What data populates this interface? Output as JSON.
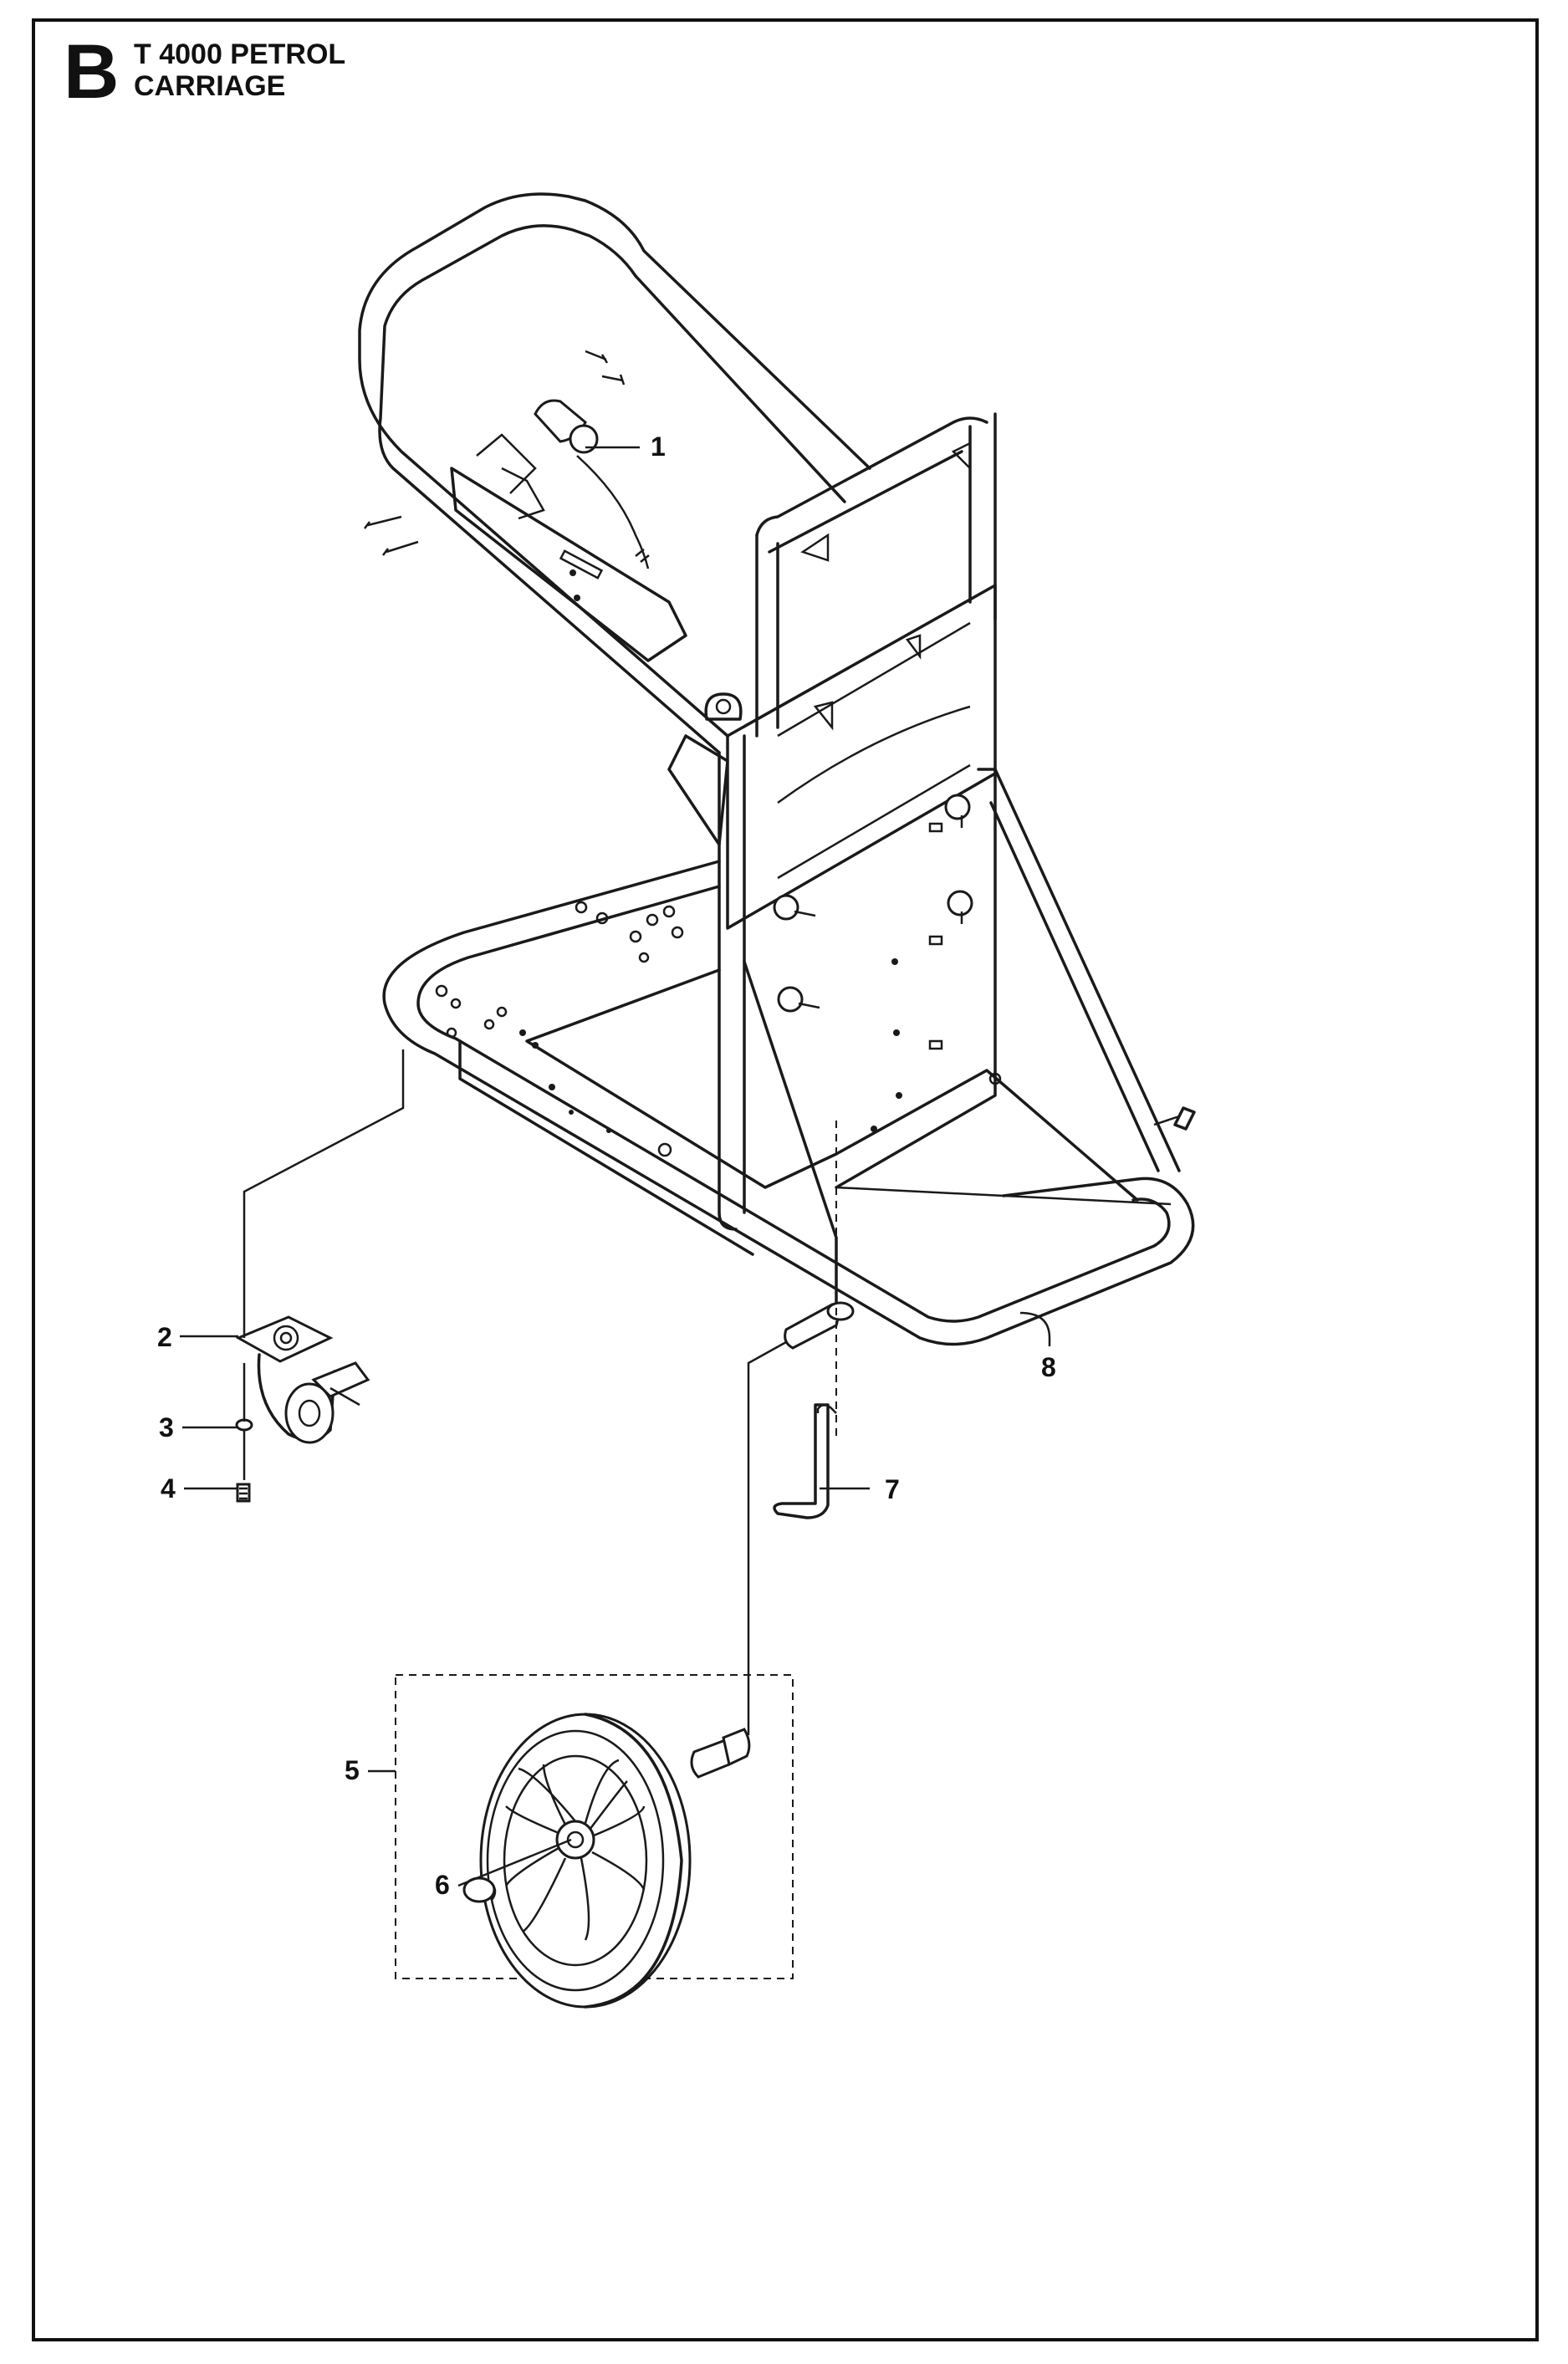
{
  "header": {
    "section_letter": "B",
    "model": "T 4000 PETROL",
    "assembly": "CARRIAGE"
  },
  "callouts": [
    {
      "id": "1",
      "label": "1"
    },
    {
      "id": "2",
      "label": "2"
    },
    {
      "id": "3",
      "label": "3"
    },
    {
      "id": "4",
      "label": "4"
    },
    {
      "id": "5",
      "label": "5"
    },
    {
      "id": "6",
      "label": "6"
    },
    {
      "id": "7",
      "label": "7"
    },
    {
      "id": "8",
      "label": "8"
    }
  ]
}
